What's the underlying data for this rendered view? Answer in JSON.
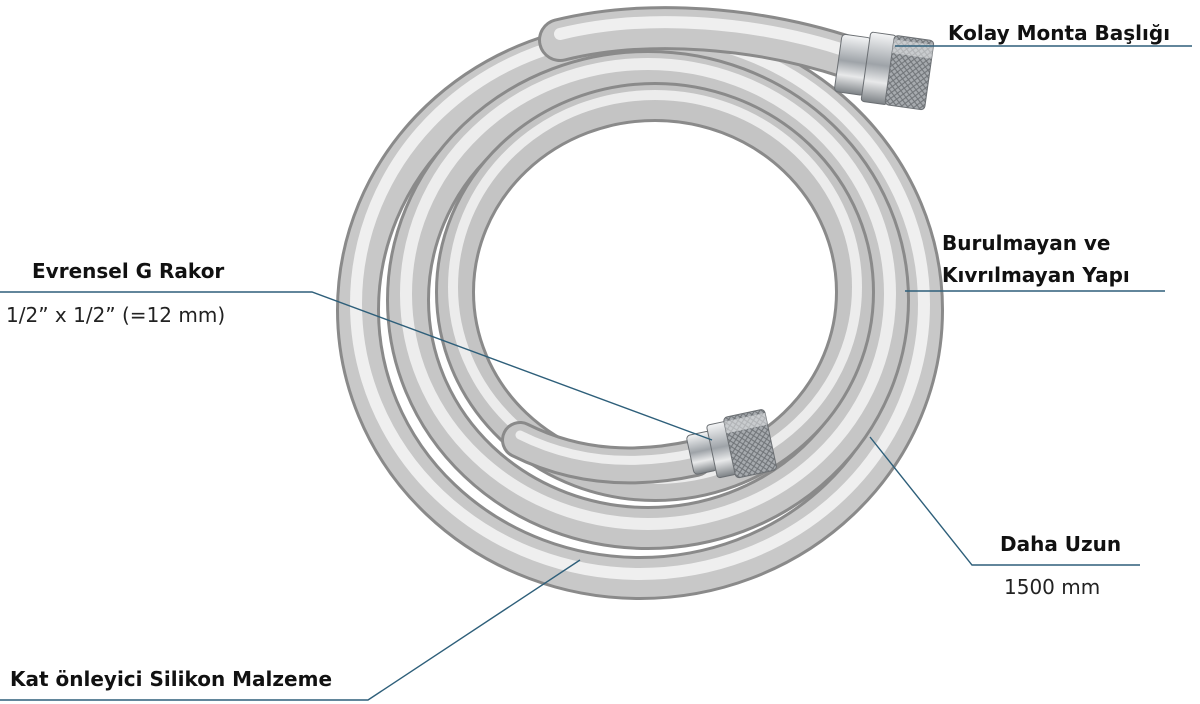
{
  "labels": {
    "mount_head": "Kolay Monta Başlığı",
    "no_kink_line1": "Burulmayan ve",
    "no_kink_line2": "Kıvrılmayan Yapı",
    "universal_fitting": "Evrensel G Rakor",
    "fitting_size": "1/2” x 1/2” (=12 mm)",
    "longer": "Daha Uzun",
    "length": "1500 mm",
    "material": "Kat önleyici Silikon Malzeme"
  },
  "colors": {
    "leader_line": "#2e5f7a",
    "hose_light": "#e6e6e6",
    "hose_mid": "#c2c2c2",
    "hose_shadow": "#8a8a8a",
    "metal": "#b8bcc0"
  }
}
